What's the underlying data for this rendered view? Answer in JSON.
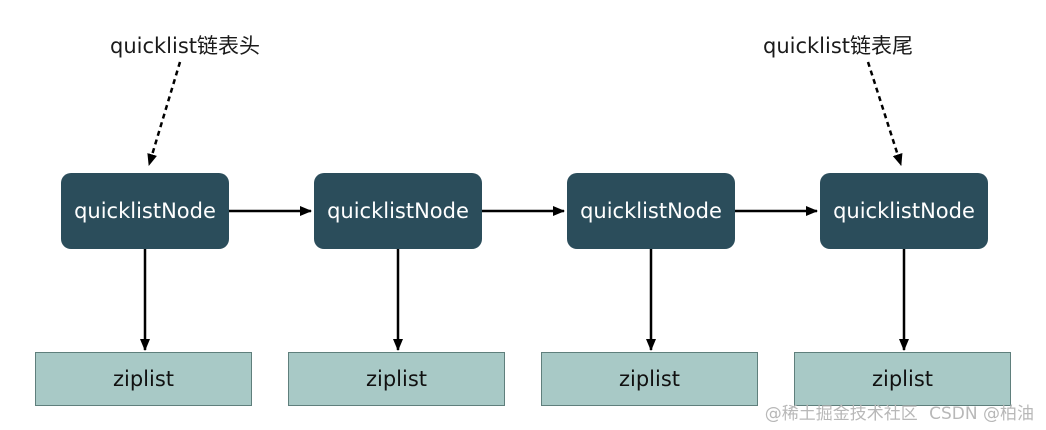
{
  "head_label": "quicklist链表头",
  "tail_label": "quicklist链表尾",
  "nodes": [
    {
      "label": "quicklistNode"
    },
    {
      "label": "quicklistNode"
    },
    {
      "label": "quicklistNode"
    },
    {
      "label": "quicklistNode"
    }
  ],
  "ziplists": [
    {
      "label": "ziplist"
    },
    {
      "label": "ziplist"
    },
    {
      "label": "ziplist"
    },
    {
      "label": "ziplist"
    }
  ],
  "watermark": {
    "line1": "@稀土掘金技术社区",
    "line2": "CSDN @柏油"
  },
  "colors": {
    "node_fill": "#2b4d5b",
    "ziplist_fill": "#a8c9c6",
    "arrow": "#000000"
  }
}
